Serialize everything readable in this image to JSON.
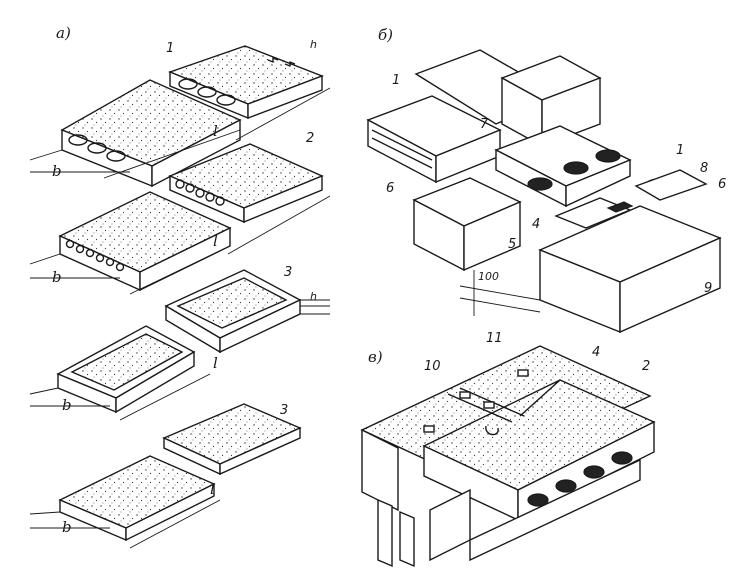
{
  "panels": {
    "a": {
      "label": "а)"
    },
    "b": {
      "label": "б)"
    },
    "v": {
      "label": "в)"
    }
  },
  "dims": {
    "b": "b",
    "l": "l",
    "h": "h",
    "dim100": "100"
  },
  "callouts": {
    "c1": "1",
    "c2": "2",
    "c3": "3",
    "c4": "4",
    "c5": "5",
    "c6": "6",
    "c7": "7",
    "c8": "8",
    "c9": "9",
    "c10": "10",
    "c11": "11"
  }
}
